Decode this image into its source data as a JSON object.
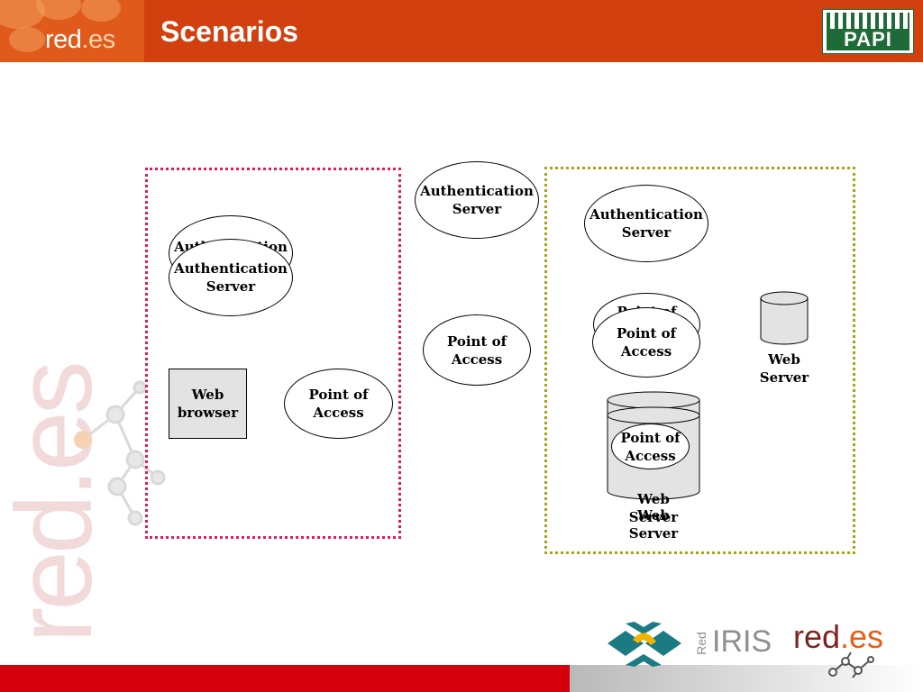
{
  "header": {
    "title": "Scenarios",
    "logo_text_main": "red",
    "logo_text_suffix": ".es",
    "papi_label": "PAPI",
    "brand_color": "#d2400f"
  },
  "side_watermark": "red.es",
  "diagram": {
    "left_zone_color": "#e01a5c",
    "right_zone_color": "#a8a512",
    "nodes": {
      "left_auth_back": "Authentication",
      "left_auth": "Authentication\nServer",
      "left_browser": "Web\nbrowser",
      "left_poa": "Point of\nAccess",
      "center_auth": "Authentication\nServer",
      "center_poa": "Point of\nAccess",
      "right_auth": "Authentication\nServer",
      "right_poa_back": "Point of",
      "right_poa": "Point of\nAccess",
      "right_web_server": "Web\nServer",
      "right_stack_poa": "Point of\nAccess",
      "right_stack_label_back": "Web\nServer",
      "right_stack_label": "Web\nServer"
    }
  },
  "footer": {
    "rediris_prefix": "Red",
    "rediris_label": "IRIS",
    "logo_text_main": "red",
    "logo_text_suffix": ".es",
    "bar_color": "#d4000c"
  }
}
